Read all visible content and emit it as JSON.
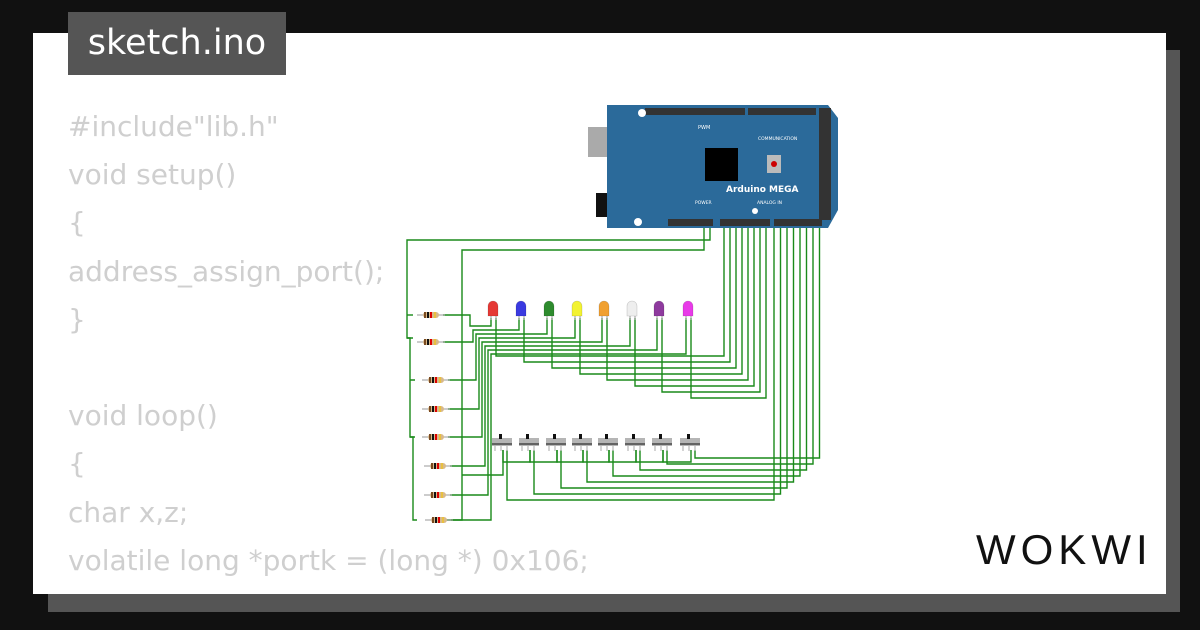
{
  "title": "sketch.ino",
  "code_lines": [
    "#include\"lib.h\"",
    "void setup()",
    "{",
    "address_assign_port();",
    "}",
    "",
    "void loop()",
    "{",
    "char x,z;",
    "volatile long *portk = (long *) 0x106;"
  ],
  "board": {
    "label": "Arduino MEGA",
    "power_label": "POWER",
    "analog_label": "ANALOG IN",
    "pwm_label": "PWM",
    "comm_label": "COMMUNICATION",
    "color": "#2b6a9a"
  },
  "leds": {
    "colors": [
      "#e53935",
      "#3a3ae0",
      "#2e8b2e",
      "#f2f232",
      "#f0a030",
      "#eeeeee",
      "#8e3a9e",
      "#e83ae8"
    ]
  },
  "wire_color": "#1a8a1a",
  "brand": "WOKWI"
}
